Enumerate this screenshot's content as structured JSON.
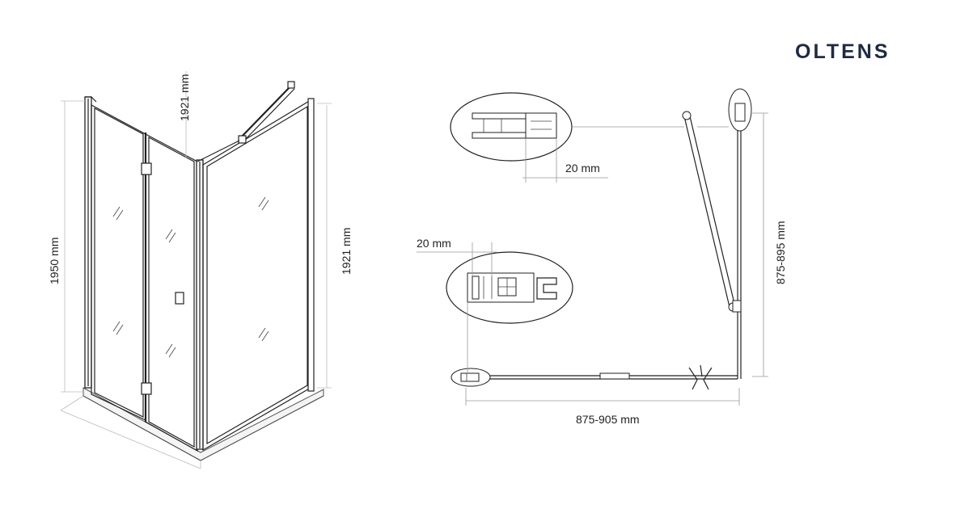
{
  "brand": {
    "name": "OLTENS",
    "color": "#1f2a44"
  },
  "iso_view": {
    "height_left": "1950 mm",
    "height_top": "1921 mm",
    "height_right": "1921 mm"
  },
  "plan_view": {
    "detail_top_dim": "20 mm",
    "detail_left_dim": "20 mm",
    "width_bottom": "875-905 mm",
    "depth_right": "875-895 mm"
  }
}
